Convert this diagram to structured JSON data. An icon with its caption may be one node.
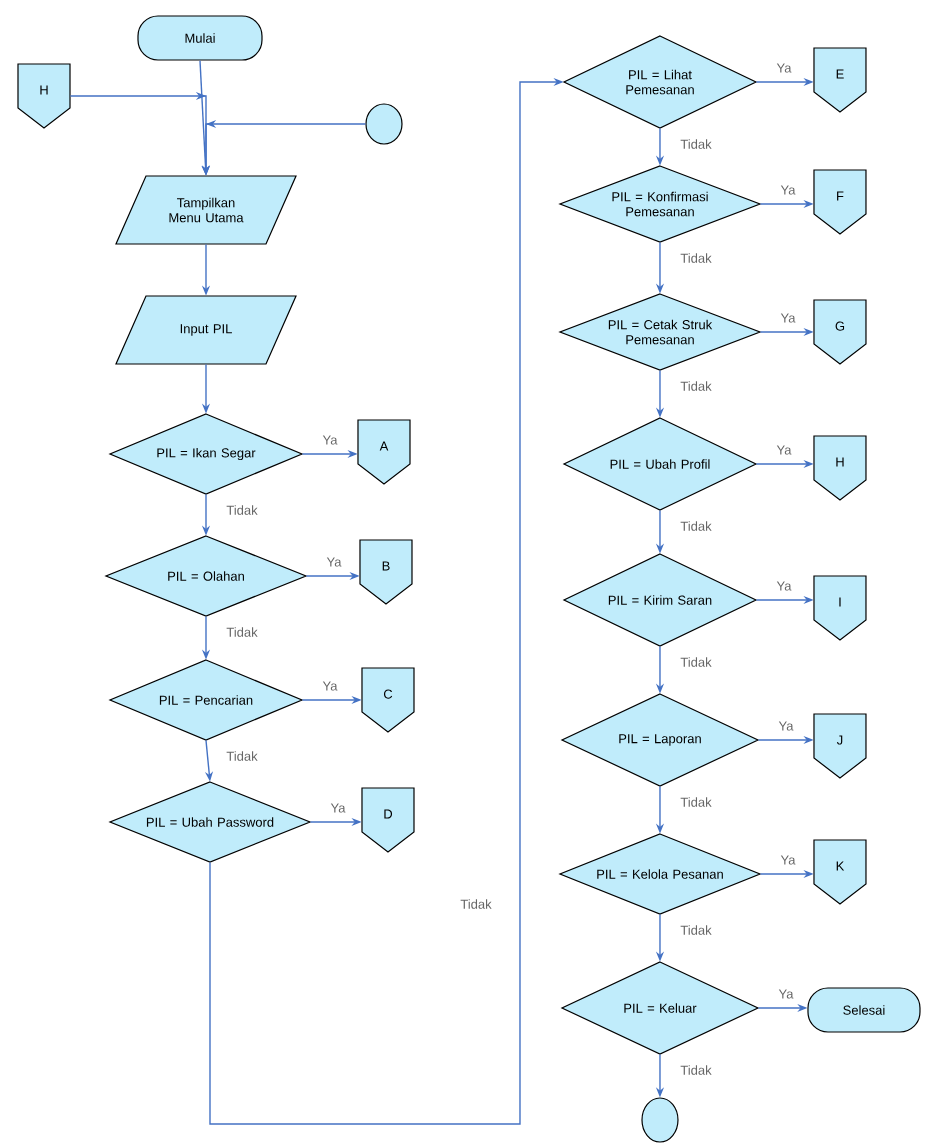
{
  "diagram": {
    "nodes": [
      {
        "text": [
          "Mulai"
        ]
      },
      {
        "text": [
          "H"
        ]
      },
      {
        "text": [],
        "shape": "circle"
      },
      {
        "text": [
          "Tampilkan Menu Utama"
        ]
      },
      {
        "text": [
          "Input PIL"
        ]
      },
      {
        "text": [
          "PIL = Ikan Segar"
        ]
      },
      {
        "text": [
          "A"
        ]
      },
      {
        "text": [
          "PIL = Olahan"
        ]
      },
      {
        "text": [
          "B"
        ]
      },
      {
        "text": [
          "PIL = Pencarian"
        ]
      },
      {
        "text": [
          "C"
        ]
      },
      {
        "text": [
          "PIL = Ubah Password"
        ]
      },
      {
        "text": [
          "D"
        ]
      },
      {
        "text": [
          "PIL = Lihat Pemesanan"
        ]
      },
      {
        "text": [
          "E"
        ]
      },
      {
        "text": [
          "PIL = Konfirmasi Pemesanan"
        ]
      },
      {
        "text": [
          "F"
        ]
      },
      {
        "text": [
          "PIL = Cetak Struk Pemesanan"
        ]
      },
      {
        "text": [
          "G"
        ]
      },
      {
        "text": [
          "PIL = Ubah Profil"
        ]
      },
      {
        "text": [
          "H"
        ]
      },
      {
        "text": [
          "PIL = Kirim Saran"
        ]
      },
      {
        "text": [
          "I"
        ]
      },
      {
        "text": [
          "PIL = Laporan"
        ]
      },
      {
        "text": [
          "J"
        ]
      },
      {
        "text": [
          "PIL = Kelola Pesanan"
        ]
      },
      {
        "text": [
          "K"
        ]
      },
      {
        "text": [
          "PIL = Keluar"
        ]
      },
      {
        "text": [
          "Selesai"
        ]
      },
      {
        "text": [],
        "shape": "circle"
      }
    ],
    "edges": [
      {
        "from": 0,
        "to": 3,
        "arrow": "to"
      },
      {
        "from": 1,
        "to": 3,
        "arrow": "to"
      },
      {
        "from": 2,
        "to": 3,
        "arrow": "to"
      },
      {
        "from": 3,
        "to": 4,
        "arrow": "to"
      },
      {
        "from": 4,
        "to": 5,
        "arrow": "to"
      },
      {
        "from": 5,
        "to": 6,
        "arrow": "to",
        "label": "Ya"
      },
      {
        "from": 5,
        "to": 7,
        "arrow": "to",
        "label": "Tidak"
      },
      {
        "from": 7,
        "to": 8,
        "arrow": "to",
        "label": "Ya"
      },
      {
        "from": 7,
        "to": 9,
        "arrow": "to",
        "label": "Tidak"
      },
      {
        "from": 9,
        "to": 10,
        "arrow": "to",
        "label": "Ya"
      },
      {
        "from": 9,
        "to": 11,
        "arrow": "to",
        "label": "Tidak"
      },
      {
        "from": 11,
        "to": 12,
        "arrow": "to",
        "label": "Ya"
      },
      {
        "from": 11,
        "to": 13,
        "arrow": "to",
        "label": "Tidak"
      },
      {
        "from": 13,
        "to": 14,
        "arrow": "to",
        "label": "Ya"
      },
      {
        "from": 13,
        "to": 15,
        "arrow": "to",
        "label": "Tidak"
      },
      {
        "from": 15,
        "to": 16,
        "arrow": "to",
        "label": "Ya"
      },
      {
        "from": 15,
        "to": 17,
        "arrow": "to",
        "label": "Tidak"
      },
      {
        "from": 17,
        "to": 18,
        "arrow": "to",
        "label": "Ya"
      },
      {
        "from": 17,
        "to": 19,
        "arrow": "to",
        "label": "Tidak"
      },
      {
        "from": 19,
        "to": 20,
        "arrow": "to",
        "label": "Ya"
      },
      {
        "from": 19,
        "to": 21,
        "arrow": "to",
        "label": "Tidak"
      },
      {
        "from": 21,
        "to": 22,
        "arrow": "to",
        "label": "Ya"
      },
      {
        "from": 21,
        "to": 23,
        "arrow": "to",
        "label": "Tidak"
      },
      {
        "from": 23,
        "to": 24,
        "arrow": "to",
        "label": "Ya"
      },
      {
        "from": 23,
        "to": 25,
        "arrow": "to",
        "label": "Tidak"
      },
      {
        "from": 25,
        "to": 26,
        "arrow": "to",
        "label": "Ya"
      },
      {
        "from": 25,
        "to": 27,
        "arrow": "to",
        "label": "Tidak"
      },
      {
        "from": 27,
        "to": 28,
        "arrow": "to",
        "label": "Ya"
      },
      {
        "from": 27,
        "to": 29,
        "arrow": "to",
        "label": "Tidak"
      }
    ]
  }
}
